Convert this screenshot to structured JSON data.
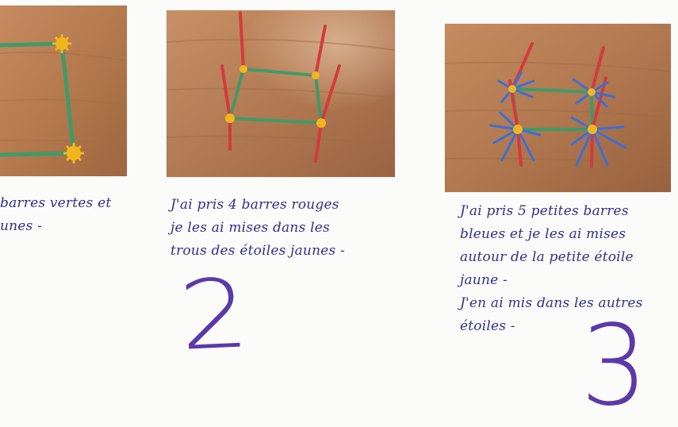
{
  "colors": {
    "ink": "#33308a",
    "number_ink": "#5a3aa8",
    "paper": "#fbfbfa",
    "wood": "#b47a4e",
    "green_stick": "#3f9a6a",
    "red_stick": "#d43a3c",
    "blue_stick": "#3a6fd8",
    "yellow_star": "#f2b61c"
  },
  "photos": [
    {
      "id": "photo-1",
      "icon": "green-square-with-yellow-stars"
    },
    {
      "id": "photo-2",
      "icon": "green-square-with-red-bars"
    },
    {
      "id": "photo-3",
      "icon": "green-square-with-red-and-blue-bars"
    }
  ],
  "captions": [
    {
      "lines": [
        "barres vertes et",
        "unes -"
      ]
    },
    {
      "lines": [
        "J'ai pris 4 barres rouges",
        "je les ai mises dans les",
        "trous des étoiles jaunes -"
      ]
    },
    {
      "lines": [
        "J'ai pris 5 petites barres",
        "bleues et je les ai mises",
        "autour de la petite étoile",
        "jaune -",
        "J'en ai mis dans les autres",
        "étoiles -"
      ]
    }
  ],
  "step_numbers": [
    "2",
    "3"
  ]
}
